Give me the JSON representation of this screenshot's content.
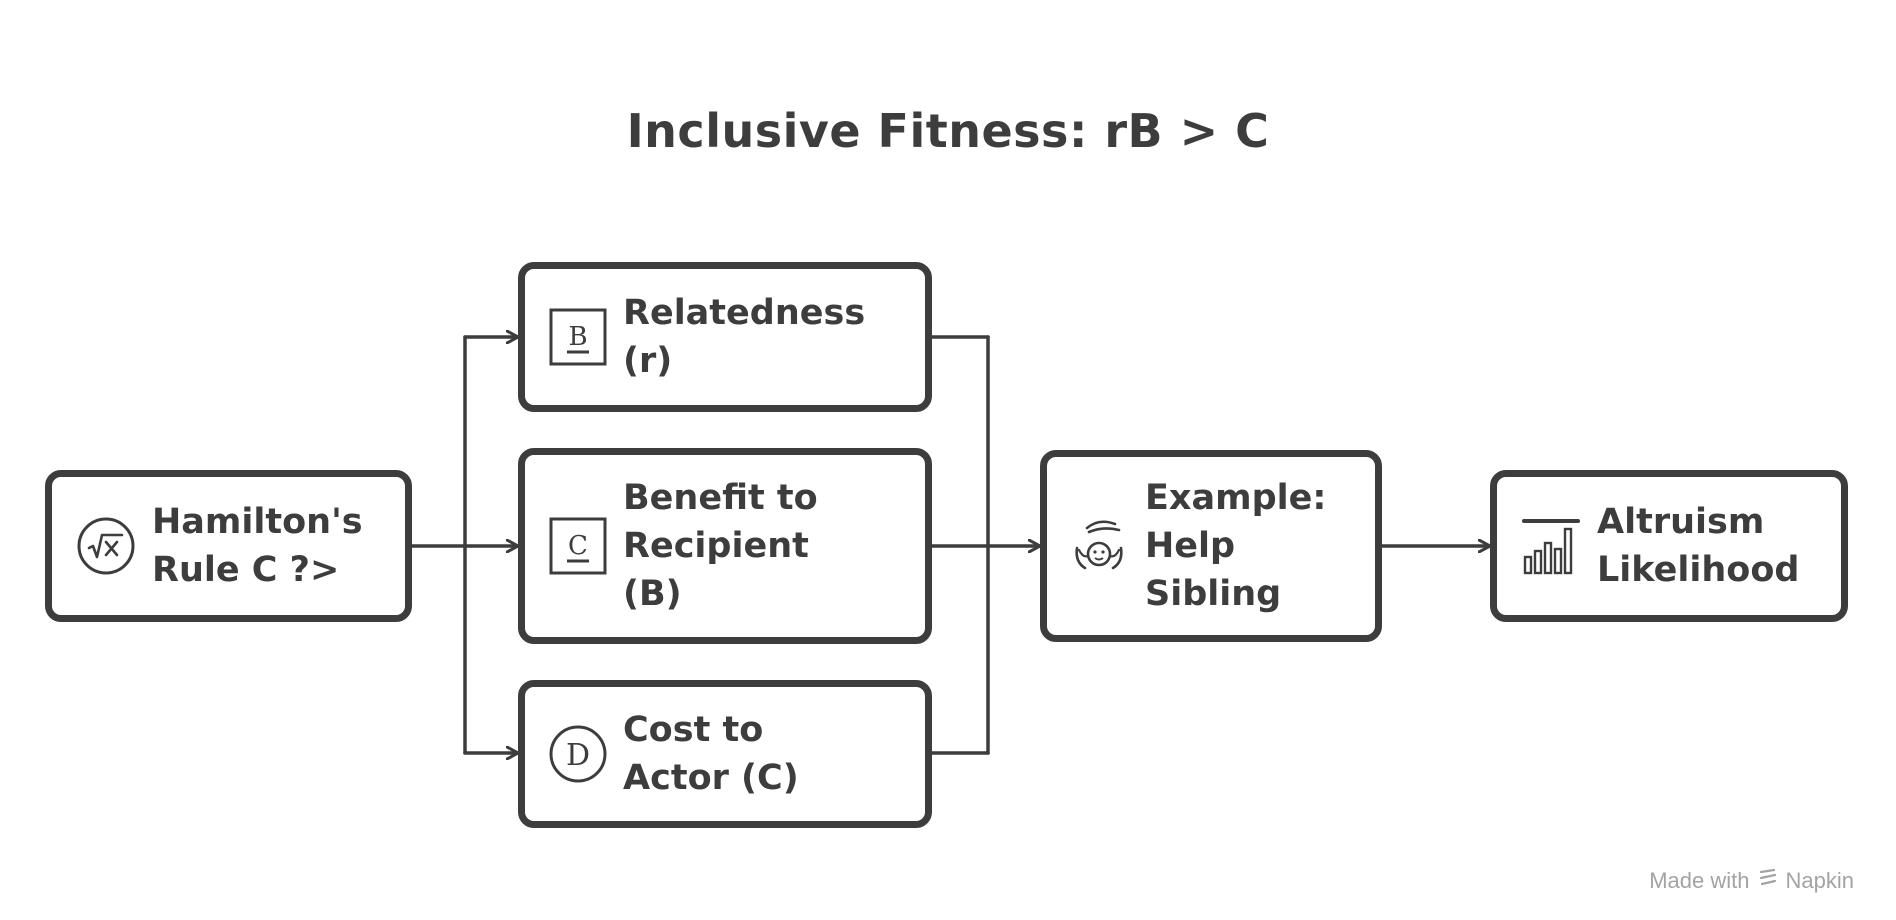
{
  "diagram": {
    "title": "Inclusive Fitness: rB > C",
    "nodes": {
      "hamilton": {
        "label": "Hamilton's\nRule  C ?>",
        "icon": "square-root-icon"
      },
      "relatedness": {
        "label": "Relatedness\n(r)",
        "icon": "letter-b-icon"
      },
      "benefit": {
        "label": "Benefit to\nRecipient\n(B)",
        "icon": "letter-c-icon"
      },
      "cost": {
        "label": "Cost to\nActor (C)",
        "icon": "letter-d-icon"
      },
      "example": {
        "label": "Example:\nHelp\nSibling",
        "icon": "helping-hand-icon"
      },
      "altruism": {
        "label": "Altruism\nLikelihood",
        "icon": "bar-chart-icon"
      }
    },
    "edges": [
      {
        "from": "Hamilton's Rule",
        "to": "Relatedness (r)"
      },
      {
        "from": "Hamilton's Rule",
        "to": "Benefit to Recipient (B)"
      },
      {
        "from": "Hamilton's Rule",
        "to": "Cost to Actor (C)"
      },
      {
        "from": "Relatedness (r)",
        "to": "Example: Help Sibling"
      },
      {
        "from": "Benefit to Recipient (B)",
        "to": "Example: Help Sibling"
      },
      {
        "from": "Cost to Actor (C)",
        "to": "Example: Help Sibling"
      },
      {
        "from": "Example: Help Sibling",
        "to": "Altruism Likelihood"
      }
    ],
    "colors": {
      "stroke": "#3d3d3d",
      "background": "#ffffff",
      "watermark": "#a3a3a3"
    }
  },
  "watermark": {
    "prefix": "Made with",
    "brand": "Napkin",
    "icon": "napkin-logo-icon"
  }
}
